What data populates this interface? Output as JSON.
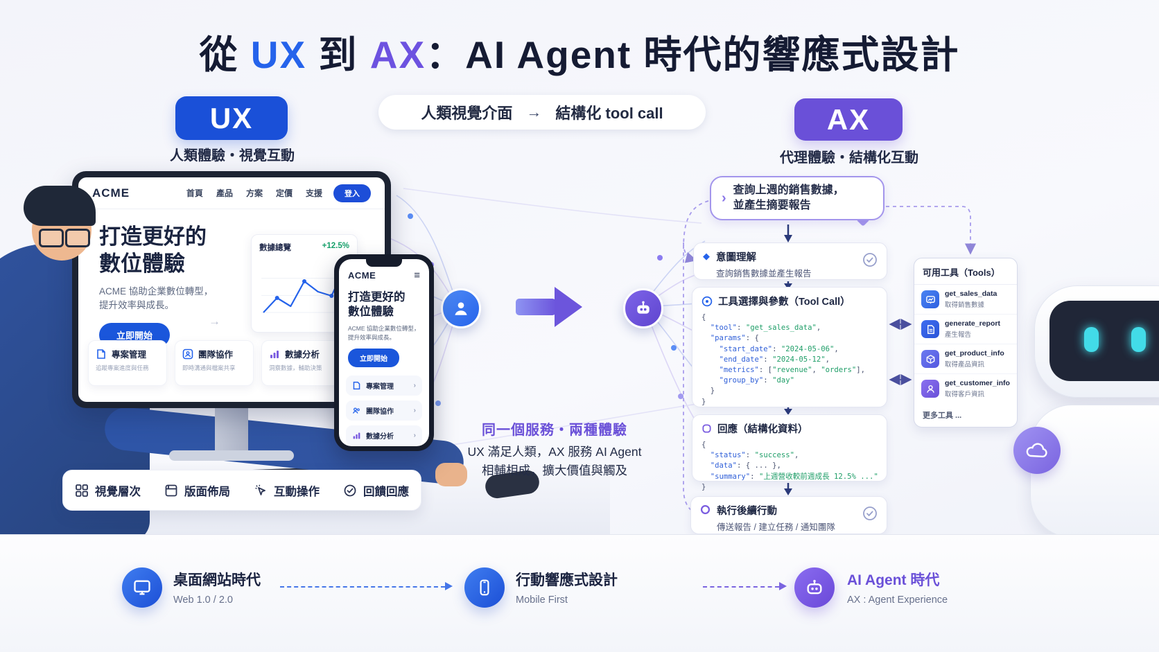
{
  "glyphs": {
    "chevron": "›",
    "menu": "≡",
    "arrow_right": "→",
    "diamond": "◆"
  },
  "title": {
    "p1": "從 ",
    "ux": "UX",
    "p2": " 到 ",
    "ax": "AX",
    "p3": "：AI Agent 時代的響應式設計"
  },
  "header": {
    "ux_badge": "UX",
    "ux_subtitle": "人類體驗・視覺互動",
    "pill_left": "人類視覺介面",
    "pill_arrow": "→",
    "pill_right": "結構化 tool call",
    "ax_badge": "AX",
    "ax_subtitle": "代理體驗・結構化互動"
  },
  "desktop_site": {
    "logo": "ACME",
    "nav": [
      "首頁",
      "產品",
      "方案",
      "定價",
      "支援"
    ],
    "login_label": "登入",
    "hero_line1": "打造更好的",
    "hero_line2": "數位體驗",
    "hero_sub1": "ACME 協助企業數位轉型，",
    "hero_sub2": "提升效率與成長。",
    "cta_label": "立即開始",
    "chart_card": {
      "title": "數據總覽",
      "delta": "+12.5%"
    },
    "cards": [
      {
        "title": "專案管理",
        "sub": "追蹤專案進度與任務"
      },
      {
        "title": "團隊協作",
        "sub": "即時溝通與檔案共享"
      },
      {
        "title": "數據分析",
        "sub": "洞察數據，輔助決策"
      }
    ]
  },
  "chart_data": {
    "type": "line",
    "title": "數據總覽",
    "delta_label": "+12.5%",
    "x": [
      1,
      2,
      3,
      4,
      5,
      6,
      7
    ],
    "values": [
      30,
      44,
      36,
      60,
      50,
      46,
      74
    ],
    "grid": true,
    "line_color": "#2563eb"
  },
  "mobile_site": {
    "logo": "ACME",
    "hero_line1": "打造更好的",
    "hero_line2": "數位體驗",
    "hero_sub1": "ACME 協助企業數位轉型，",
    "hero_sub2": "提升效率與成長。",
    "cta_label": "立即開始",
    "list": [
      {
        "label": "專案管理"
      },
      {
        "label": "團隊協作"
      },
      {
        "label": "數據分析"
      }
    ]
  },
  "ux_features": [
    {
      "label": "視覺層次"
    },
    {
      "label": "版面佈局"
    },
    {
      "label": "互動操作"
    },
    {
      "label": "回饋回應"
    }
  ],
  "middle": {
    "headline": "同一個服務・兩種體驗",
    "line1": "UX 滿足人類，AX 服務 AI Agent",
    "line2": "相輔相成，擴大價值與觸及"
  },
  "agent_flow": {
    "query_line1": "查詢上週的銷售數據，",
    "query_line2": "並產生摘要報告",
    "intent": {
      "title": "意圖理解",
      "sub": "查詢銷售數據並產生報告"
    },
    "tool_call": {
      "title": "工具選擇與參數（Tool Call）",
      "lines": [
        "{",
        "  \"tool\": \"get_sales_data\",",
        "  \"params\": {",
        "    \"start_date\": \"2024-05-06\",",
        "    \"end_date\": \"2024-05-12\",",
        "    \"metrics\": [\"revenue\", \"orders\"],",
        "    \"group_by\": \"day\"",
        "  }",
        "}"
      ]
    },
    "response": {
      "title": "回應（結構化資料）",
      "lines": [
        "{",
        "  \"status\": \"success\",",
        "  \"data\": { ... },",
        "  \"summary\": \"上週營收較前週成長 12.5% ...\"",
        "}"
      ]
    },
    "followup": {
      "title": "執行後續行動",
      "sub": "傳送報告 / 建立任務 / 通知團隊"
    }
  },
  "tools_panel": {
    "title": "可用工具（Tools）",
    "tools": [
      {
        "name": "get_sales_data",
        "desc": "取得銷售數據"
      },
      {
        "name": "generate_report",
        "desc": "產生報告"
      },
      {
        "name": "get_product_info",
        "desc": "取得產品資訊"
      },
      {
        "name": "get_customer_info",
        "desc": "取得客戶資訊"
      }
    ],
    "more": "更多工具 ..."
  },
  "timeline": [
    {
      "title": "桌面網站時代",
      "sub": "Web 1.0 / 2.0"
    },
    {
      "title": "行動響應式設計",
      "sub": "Mobile First"
    },
    {
      "title": "AI Agent 時代",
      "sub": "AX : Agent Experience"
    }
  ],
  "colors": {
    "blue": "#1d4ed8",
    "purple": "#6a50d8",
    "green": "#17a06b",
    "navy": "#151b33"
  }
}
